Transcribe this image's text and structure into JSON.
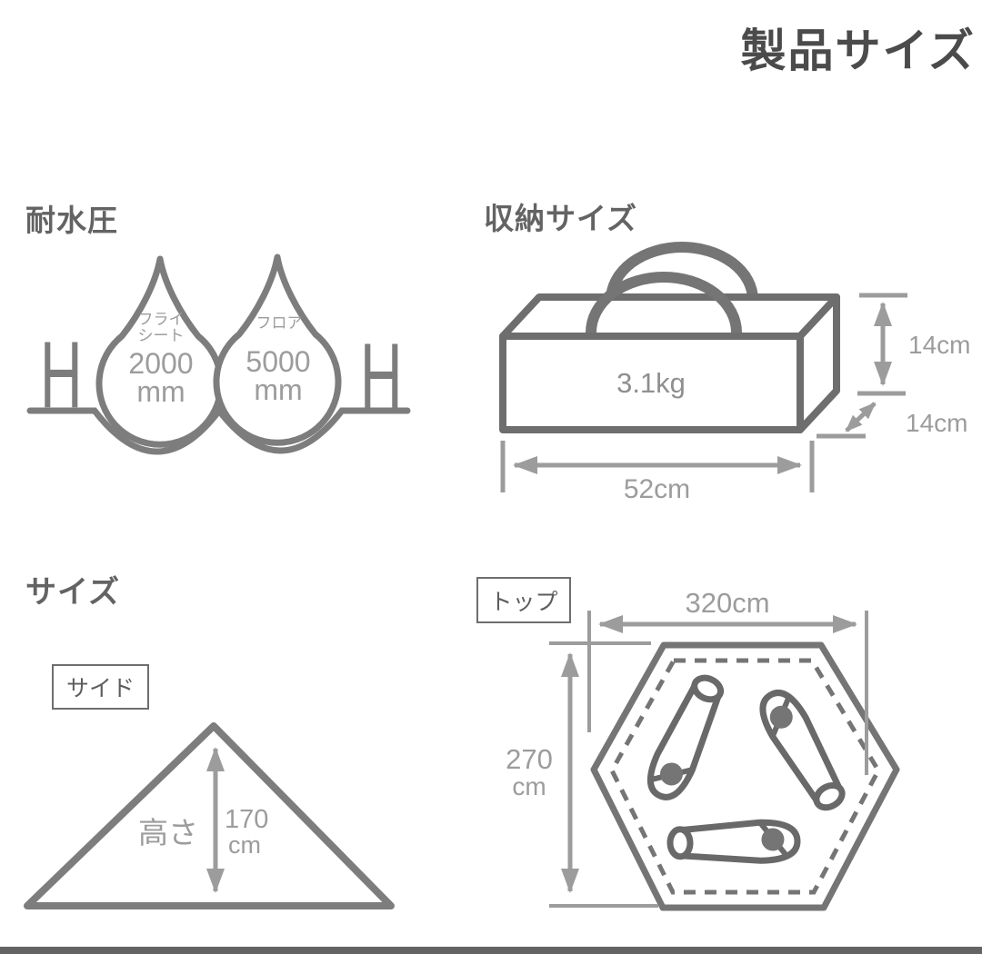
{
  "title": "製品サイズ",
  "water": {
    "heading": "耐水圧",
    "h_left": "H",
    "h_right": "H",
    "fly": {
      "label1": "フライ",
      "label2": "シート",
      "value": "2000",
      "unit": "mm"
    },
    "floor": {
      "label": "フロア",
      "value": "5000",
      "unit": "mm"
    }
  },
  "packed": {
    "heading": "収納サイズ",
    "weight": "3.1kg",
    "height": "14cm",
    "depth": "14cm",
    "width": "52cm"
  },
  "size": {
    "heading": "サイズ",
    "side_tag": "サイド",
    "height_label": "高さ",
    "height_value": "170",
    "height_unit": "cm",
    "top_tag": "トップ",
    "top_width": "320cm",
    "top_depth_value": "270",
    "top_depth_unit": "cm"
  },
  "colors": {
    "outline": "#757575",
    "outline_dark": "#6e6e6e",
    "dimension": "#9c9c9c",
    "title_text": "#4b4b4b"
  }
}
